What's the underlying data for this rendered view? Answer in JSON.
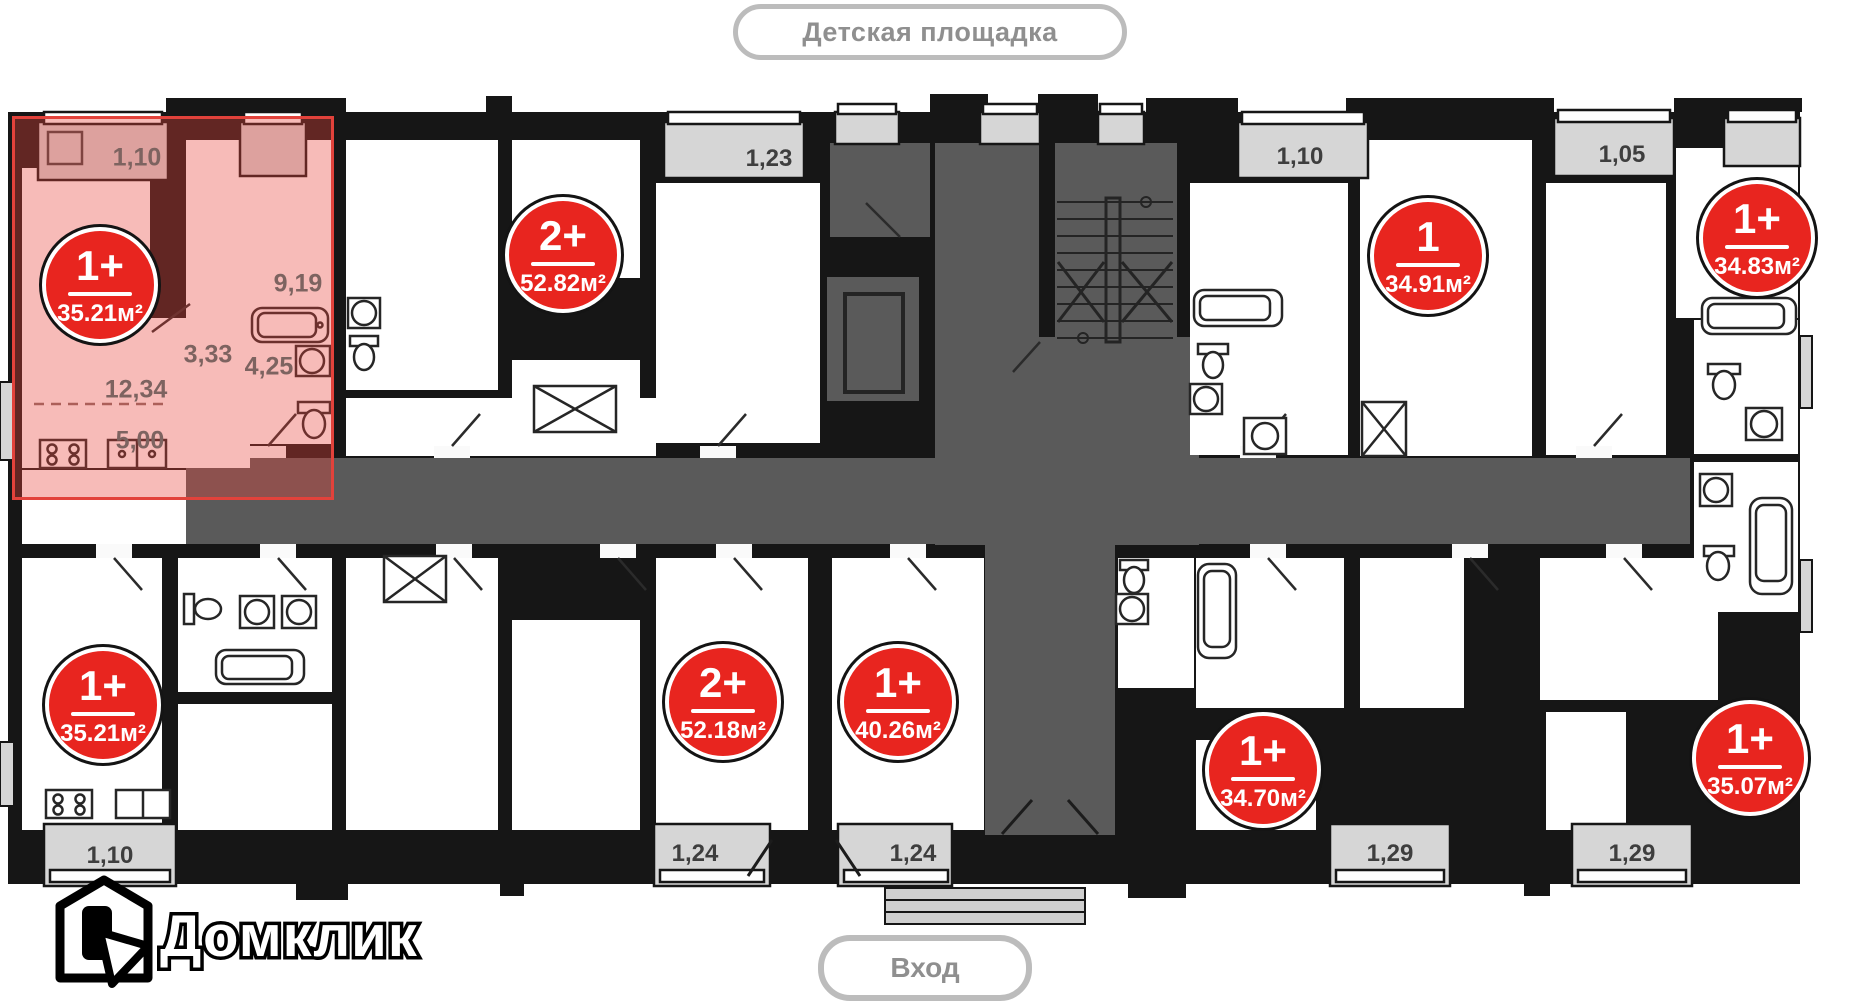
{
  "plan": {
    "top_area_label": "Детская площадка",
    "entrance_label": "Вход",
    "brand": "Домклик"
  },
  "apartments": [
    {
      "type": "1+",
      "area": "35.21м²",
      "selected": true
    },
    {
      "type": "2+",
      "area": "52.82м²",
      "selected": false
    },
    {
      "type": "1",
      "area": "34.91м²",
      "selected": false
    },
    {
      "type": "1+",
      "area": "34.83м²",
      "selected": false
    },
    {
      "type": "1+",
      "area": "35.21м²",
      "selected": false
    },
    {
      "type": "2+",
      "area": "52.18м²",
      "selected": false
    },
    {
      "type": "1+",
      "area": "40.26м²",
      "selected": false
    },
    {
      "type": "1+",
      "area": "34.70м²",
      "selected": false
    },
    {
      "type": "1+",
      "area": "35.07м²",
      "selected": false
    }
  ],
  "selected_apartment": {
    "type": "1+",
    "area": "35.21м²",
    "room_dimensions": [
      "1,10",
      "9,19",
      "3,33",
      "4,25",
      "12,34",
      "5,00"
    ]
  },
  "balcony_labels": [
    "1,23",
    "1,10",
    "1,05",
    "1,10",
    "1,24",
    "1,24",
    "1,29",
    "1,29"
  ],
  "colors": {
    "badge_red": "#e8251f",
    "highlight": "#e2423b",
    "wall": "#161616",
    "balcony": "#d6d6d6",
    "core": "#5a5a5a"
  }
}
